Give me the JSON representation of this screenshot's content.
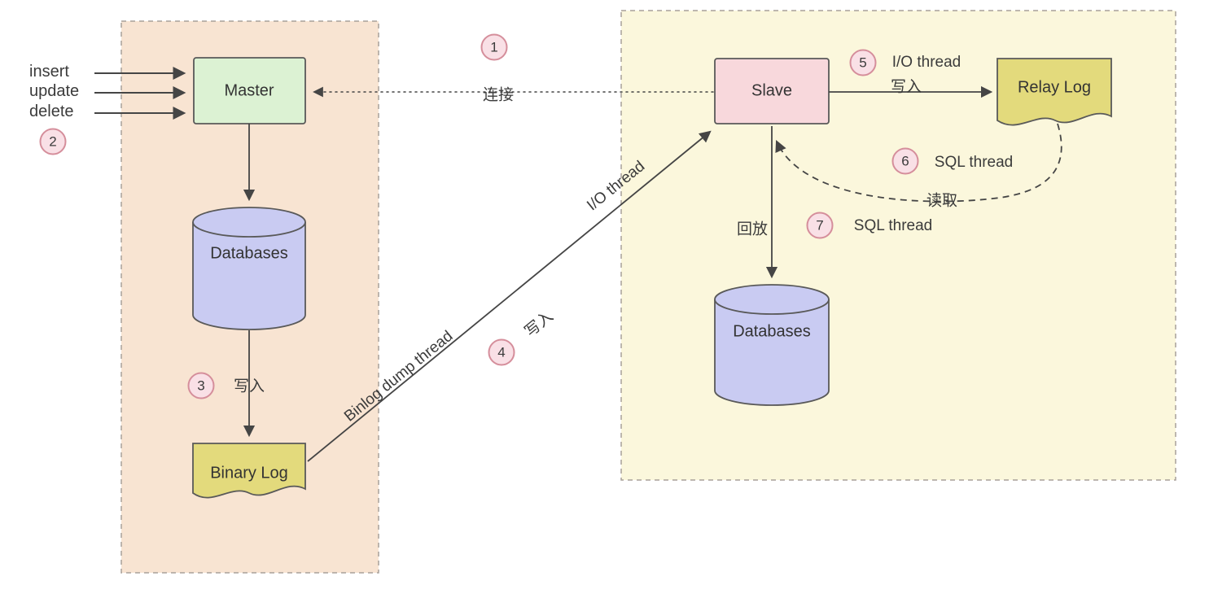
{
  "nodes": {
    "master": "Master",
    "slave": "Slave",
    "master_databases": "Databases",
    "slave_databases": "Databases",
    "binary_log": "Binary Log",
    "relay_log": "Relay Log"
  },
  "client_operations": {
    "insert": "insert",
    "update": "update",
    "delete": "delete"
  },
  "steps": {
    "step1": {
      "number": "1",
      "label": "连接"
    },
    "step2": {
      "number": "2",
      "label": ""
    },
    "step3": {
      "number": "3",
      "label": "写入"
    },
    "step4": {
      "number": "4",
      "label": "写入"
    },
    "step5": {
      "number": "5",
      "label": "I/O thread"
    },
    "step6": {
      "number": "6",
      "label": "SQL thread"
    },
    "step7": {
      "number": "7",
      "label": "SQL thread"
    }
  },
  "edge_labels": {
    "binlog_dump_thread": "Binlog dump thread",
    "io_thread": "I/O thread",
    "write_to_relay": "写入",
    "read_relay": "读取",
    "replay": "回放"
  },
  "colors": {
    "master_region_bg": "#f8e4d2",
    "slave_region_bg": "#fbf7dc",
    "master_node_fill": "#dcf2d3",
    "slave_node_fill": "#f8d8dc",
    "database_fill": "#c9cbf2",
    "log_fill": "#e3da7c",
    "step_circle_border": "#d58e9b",
    "step_circle_bg": "#f9e0e6",
    "line_color": "#454545",
    "region_border": "#a8a19a"
  }
}
